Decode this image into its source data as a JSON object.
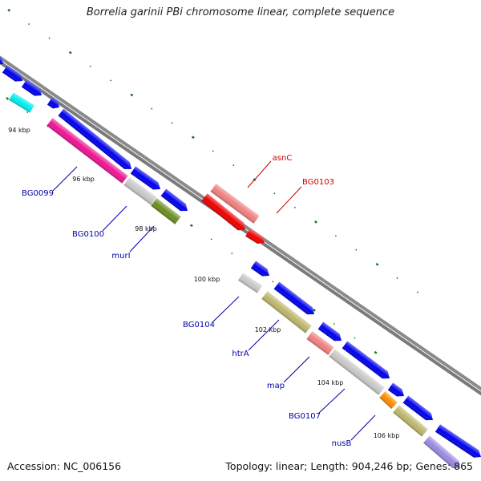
{
  "title": "Borrelia garinii PBi chromosome linear, complete sequence",
  "footer": {
    "accession": "Accession: NC_006156",
    "summary": "Topology: linear; Length: 904,246 bp; Genes: 865"
  },
  "colors": {
    "backbone": "#808080",
    "ruler_dots": "#1a7a1a",
    "label_forward": "#0000aa",
    "label_reverse": "#cc0000"
  },
  "ticks": [
    {
      "label": "94 kbp"
    },
    {
      "label": "96 kbp"
    },
    {
      "label": "98 kbp"
    },
    {
      "label": "100 kbp"
    },
    {
      "label": "102 kbp"
    },
    {
      "label": "104 kbp"
    },
    {
      "label": "106 kbp"
    }
  ],
  "labels": [
    {
      "text": "BG0099",
      "strand": "forward"
    },
    {
      "text": "BG0100",
      "strand": "forward"
    },
    {
      "text": "murI",
      "strand": "forward"
    },
    {
      "text": "BG0104",
      "strand": "forward"
    },
    {
      "text": "htrA",
      "strand": "forward"
    },
    {
      "text": "map",
      "strand": "forward"
    },
    {
      "text": "BG0107",
      "strand": "forward"
    },
    {
      "text": "nusB",
      "strand": "forward"
    },
    {
      "text": "asnC",
      "strand": "reverse"
    },
    {
      "text": "BG0103",
      "strand": "reverse"
    }
  ],
  "genes": [
    {
      "name": "gene-a",
      "color": "#0000ee"
    },
    {
      "name": "gene-b",
      "color": "#0000ee"
    },
    {
      "name": "gene-c",
      "color": "#0000ee"
    },
    {
      "name": "gene-d",
      "color": "#00eeee"
    },
    {
      "name": "gene-e",
      "color": "#0000ee"
    },
    {
      "name": "gene-f",
      "color": "#0000ee"
    },
    {
      "name": "BG0099",
      "color": "#ee1493"
    },
    {
      "name": "BG0100",
      "color": "#c8c8c8"
    },
    {
      "name": "gene-g",
      "color": "#0000ee"
    },
    {
      "name": "murI",
      "color": "#6b8e23"
    },
    {
      "name": "gene-h",
      "color": "#0000ee"
    },
    {
      "name": "asnC",
      "color": "#f08080"
    },
    {
      "name": "gene-i",
      "color": "#ee0000"
    },
    {
      "name": "BG0103",
      "color": "#ee0000"
    },
    {
      "name": "gene-j",
      "color": "#0000ee"
    },
    {
      "name": "BG0104",
      "color": "#c8c8c8"
    },
    {
      "name": "gene-k",
      "color": "#0000ee"
    },
    {
      "name": "htrA",
      "color": "#bdb76b"
    },
    {
      "name": "gene-l",
      "color": "#0000ee"
    },
    {
      "name": "map",
      "color": "#f08080"
    },
    {
      "name": "gene-m",
      "color": "#0000ee"
    },
    {
      "name": "BG0107",
      "color": "#c8c8c8"
    },
    {
      "name": "gene-n",
      "color": "#0000ee"
    },
    {
      "name": "gene-o",
      "color": "#ff8c00"
    },
    {
      "name": "nusB",
      "color": "#bdb76b"
    },
    {
      "name": "gene-p",
      "color": "#0000ee"
    },
    {
      "name": "gene-q",
      "color": "#9a8ae0"
    },
    {
      "name": "gene-r",
      "color": "#0000ee"
    }
  ]
}
